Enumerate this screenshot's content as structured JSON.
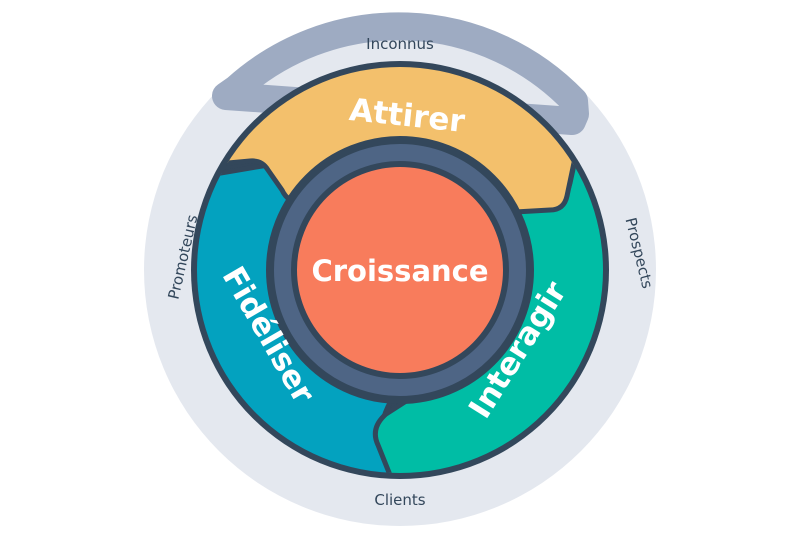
{
  "diagram": {
    "center": {
      "label": "Croissance"
    },
    "stages": [
      {
        "id": "attirer",
        "label": "Attirer"
      },
      {
        "id": "interagir",
        "label": "Interagir"
      },
      {
        "id": "fideliser",
        "label": "Fidéliser"
      }
    ],
    "outer_ring": [
      {
        "id": "inconnus",
        "label": "Inconnus"
      },
      {
        "id": "prospects",
        "label": "Prospects"
      },
      {
        "id": "clients",
        "label": "Clients"
      },
      {
        "id": "promoteurs",
        "label": "Promoteurs"
      }
    ]
  },
  "colors": {
    "ring_light": "#e4e8ef",
    "ring_dark": "#9eabc2",
    "outline": "#33475b",
    "attirer": "#f3c06c",
    "interagir": "#00bda5",
    "fideliser": "#03a2bf",
    "hub_ring": "#4e6585",
    "center": "#f87c5c"
  }
}
